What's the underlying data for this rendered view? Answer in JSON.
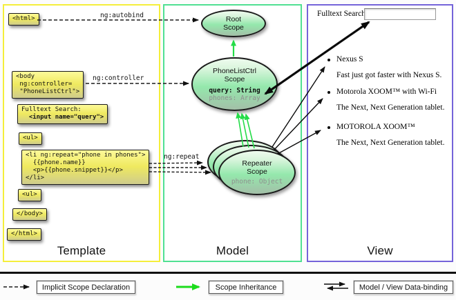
{
  "template_panel": {
    "title": "Template",
    "code_boxes": {
      "html_open": "<html>",
      "body_open": "<body\n ng:controller=\n \"PhoneListCtrl\">",
      "fulltext_label": "Fulltext Search:",
      "fulltext_input": "  <input name=\"query\">",
      "ul_open": "<ul>",
      "li_repeat": "<li ng:repeat=\"phone in phones\">\n  {{phone.name}}\n  <p>{{phone.snippet}}</p>\n</li>",
      "ul_close": "<ul>",
      "body_close": "</body>",
      "html_close": "</html>"
    },
    "annotations": {
      "autobind": "ng:autobind",
      "controller": "ng:controller",
      "repeat": "ng:repeat"
    }
  },
  "model_panel": {
    "title": "Model",
    "root_scope": {
      "title": "Root\nScope"
    },
    "phone_list_scope": {
      "title": "PhoneListCtrl\nScope",
      "query_var": "query: String",
      "phones_var": "phones: Array"
    },
    "repeater_scope": {
      "title": "Repeater\nScope",
      "phone_var": "phone: Object"
    }
  },
  "view_panel": {
    "title": "View",
    "search_label": "Fulltext Search:",
    "search_value": "",
    "phones": [
      {
        "name": "Nexus S",
        "snippet": "Fast just got faster with Nexus S."
      },
      {
        "name": "Motorola XOOM™  with Wi-Fi",
        "snippet": "The Next, Next Generation tablet."
      },
      {
        "name": "MOTOROLA XOOM™",
        "snippet": "The Next, Next Generation tablet."
      }
    ]
  },
  "legend": {
    "implicit_scope": "Implicit Scope Declaration",
    "scope_inheritance": "Scope Inheritance",
    "data_binding": "Model / View Data-binding"
  },
  "colors": {
    "template_border": "#f4ee3a",
    "model_border": "#4fe091",
    "view_border": "#7463d9",
    "scope_fill": "#94e8ac",
    "code_box_fill": "#efe95f",
    "inheritance_arrow": "#24dc48",
    "arrow_black": "#111111"
  }
}
